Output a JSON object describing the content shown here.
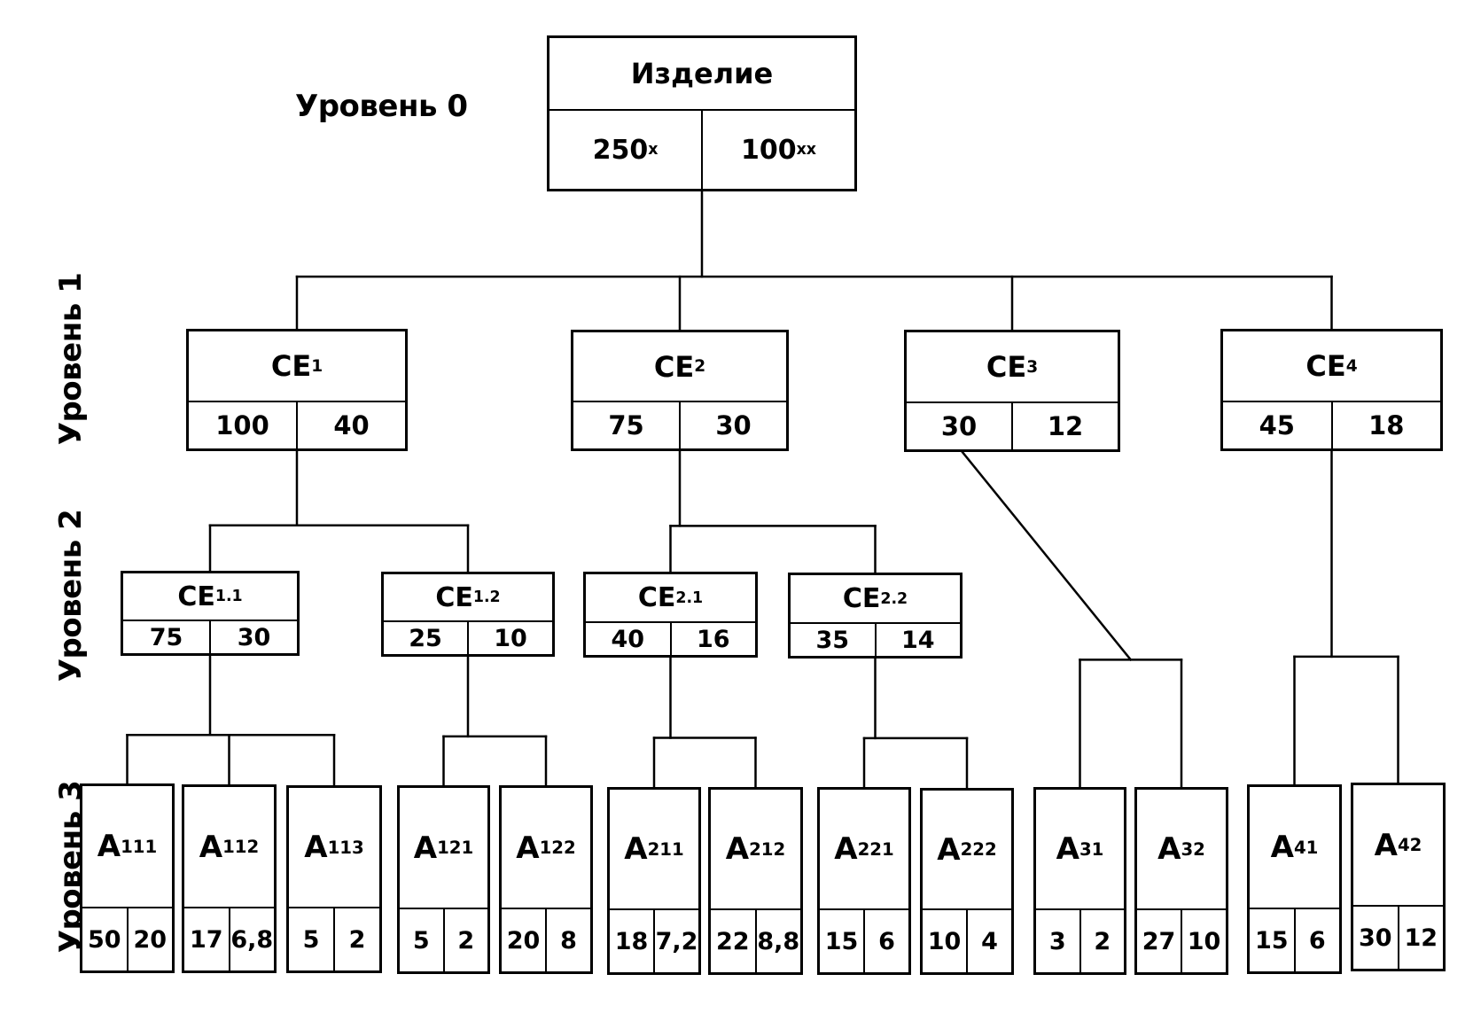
{
  "root": {
    "title": "Изделие",
    "values": [
      "250",
      "100"
    ],
    "value_marks": [
      "x",
      "xx"
    ]
  },
  "levels": [
    "Уровень 0",
    "Уровень 1",
    "Уровень 2",
    "Уровень 3"
  ],
  "nodes": [
    {
      "id": "ce1",
      "base": "CE",
      "index": "1",
      "values": [
        "100",
        "40"
      ]
    },
    {
      "id": "ce2",
      "base": "CE",
      "index": "2",
      "values": [
        "75",
        "30"
      ]
    },
    {
      "id": "ce3",
      "base": "CE",
      "index": "3",
      "values": [
        "30",
        "12"
      ]
    },
    {
      "id": "ce4",
      "base": "CE",
      "index": "4",
      "values": [
        "45",
        "18"
      ]
    },
    {
      "id": "ce11",
      "base": "CE",
      "index": "1.1",
      "values": [
        "75",
        "30"
      ]
    },
    {
      "id": "ce12",
      "base": "CE",
      "index": "1.2",
      "values": [
        "25",
        "10"
      ]
    },
    {
      "id": "ce21",
      "base": "CE",
      "index": "2.1",
      "values": [
        "40",
        "16"
      ]
    },
    {
      "id": "ce22",
      "base": "CE",
      "index": "2.2",
      "values": [
        "35",
        "14"
      ]
    },
    {
      "id": "a111",
      "base": "A",
      "index": "111",
      "values": [
        "50",
        "20"
      ]
    },
    {
      "id": "a112",
      "base": "A",
      "index": "112",
      "values": [
        "17",
        "6,8"
      ]
    },
    {
      "id": "a113",
      "base": "A",
      "index": "113",
      "values": [
        "5",
        "2"
      ]
    },
    {
      "id": "a121",
      "base": "A",
      "index": "121",
      "values": [
        "5",
        "2"
      ]
    },
    {
      "id": "a122",
      "base": "A",
      "index": "122",
      "values": [
        "20",
        "8"
      ]
    },
    {
      "id": "a211",
      "base": "A",
      "index": "211",
      "values": [
        "18",
        "7,2"
      ]
    },
    {
      "id": "a212",
      "base": "A",
      "index": "212",
      "values": [
        "22",
        "8,8"
      ]
    },
    {
      "id": "a221",
      "base": "A",
      "index": "221",
      "values": [
        "15",
        "6"
      ]
    },
    {
      "id": "a222",
      "base": "A",
      "index": "222",
      "values": [
        "10",
        "4"
      ]
    },
    {
      "id": "a31",
      "base": "A",
      "index": "31",
      "values": [
        "3",
        "2"
      ]
    },
    {
      "id": "a32",
      "base": "A",
      "index": "32",
      "values": [
        "27",
        "10"
      ]
    },
    {
      "id": "a41",
      "base": "A",
      "index": "41",
      "values": [
        "15",
        "6"
      ]
    },
    {
      "id": "a42",
      "base": "A",
      "index": "42",
      "values": [
        "30",
        "12"
      ]
    }
  ],
  "edges": [
    {
      "from": "root",
      "to": [
        "ce1",
        "ce2",
        "ce3",
        "ce4"
      ]
    },
    {
      "from": "ce1",
      "to": [
        "ce11",
        "ce12"
      ]
    },
    {
      "from": "ce2",
      "to": [
        "ce21",
        "ce22"
      ]
    },
    {
      "from": "ce11",
      "to": [
        "a111",
        "a112",
        "a113"
      ]
    },
    {
      "from": "ce12",
      "to": [
        "a121",
        "a122"
      ]
    },
    {
      "from": "ce21",
      "to": [
        "a211",
        "a212"
      ]
    },
    {
      "from": "ce22",
      "to": [
        "a221",
        "a222"
      ]
    },
    {
      "from": "ce3",
      "to": [
        "a31",
        "a32"
      ]
    },
    {
      "from": "ce4",
      "to": [
        "a41",
        "a42"
      ]
    }
  ]
}
